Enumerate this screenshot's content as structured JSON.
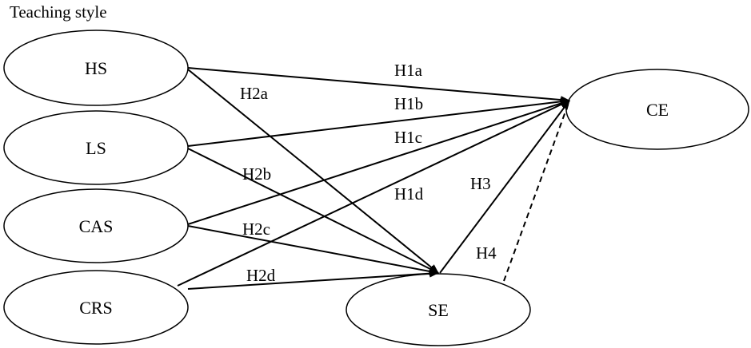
{
  "title": "Teaching style",
  "nodes": {
    "hs": "HS",
    "ls": "LS",
    "cas": "CAS",
    "crs": "CRS",
    "se": "SE",
    "ce": "CE"
  },
  "edges": {
    "h1a": "H1a",
    "h1b": "H1b",
    "h1c": "H1c",
    "h1d": "H1d",
    "h2a": "H2a",
    "h2b": "H2b",
    "h2c": "H2c",
    "h2d": "H2d",
    "h3": "H3",
    "h4": "H4"
  }
}
